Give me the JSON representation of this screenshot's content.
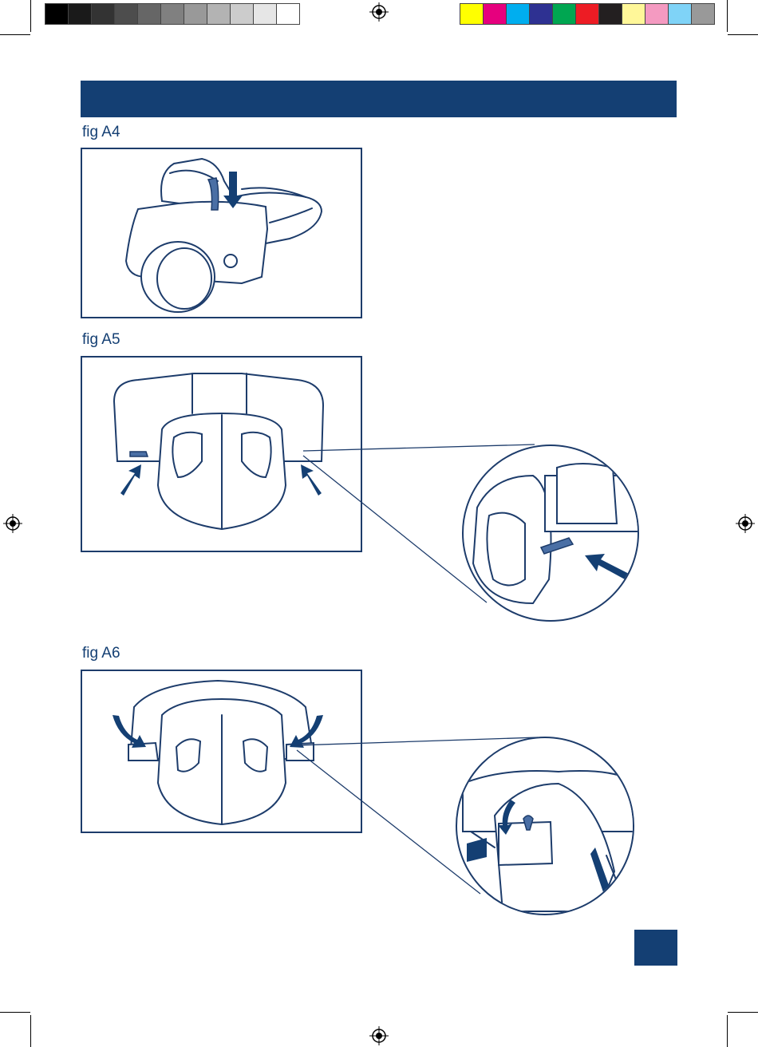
{
  "colors": {
    "brand_navy": "#143f73",
    "grayscale_bar": [
      "#000000",
      "#1a1a1a",
      "#333333",
      "#4d4d4d",
      "#666666",
      "#808080",
      "#999999",
      "#b3b3b3",
      "#cccccc",
      "#e6e6e6",
      "#ffffff"
    ],
    "color_bar": [
      "#ffff00",
      "#e6007e",
      "#00aeef",
      "#2e3192",
      "#00a651",
      "#ed1c24",
      "#231f20",
      "#fff799",
      "#f49ac1",
      "#7fd3f7",
      "#999999"
    ]
  },
  "figures": {
    "a4": {
      "label": "fig A4",
      "icon": "stroller-seat-strap-illustration"
    },
    "a5": {
      "label": "fig A5",
      "icon": "seat-buckle-rear-illustration"
    },
    "a6": {
      "label": "fig A6",
      "icon": "seat-clip-rotate-illustration"
    }
  }
}
